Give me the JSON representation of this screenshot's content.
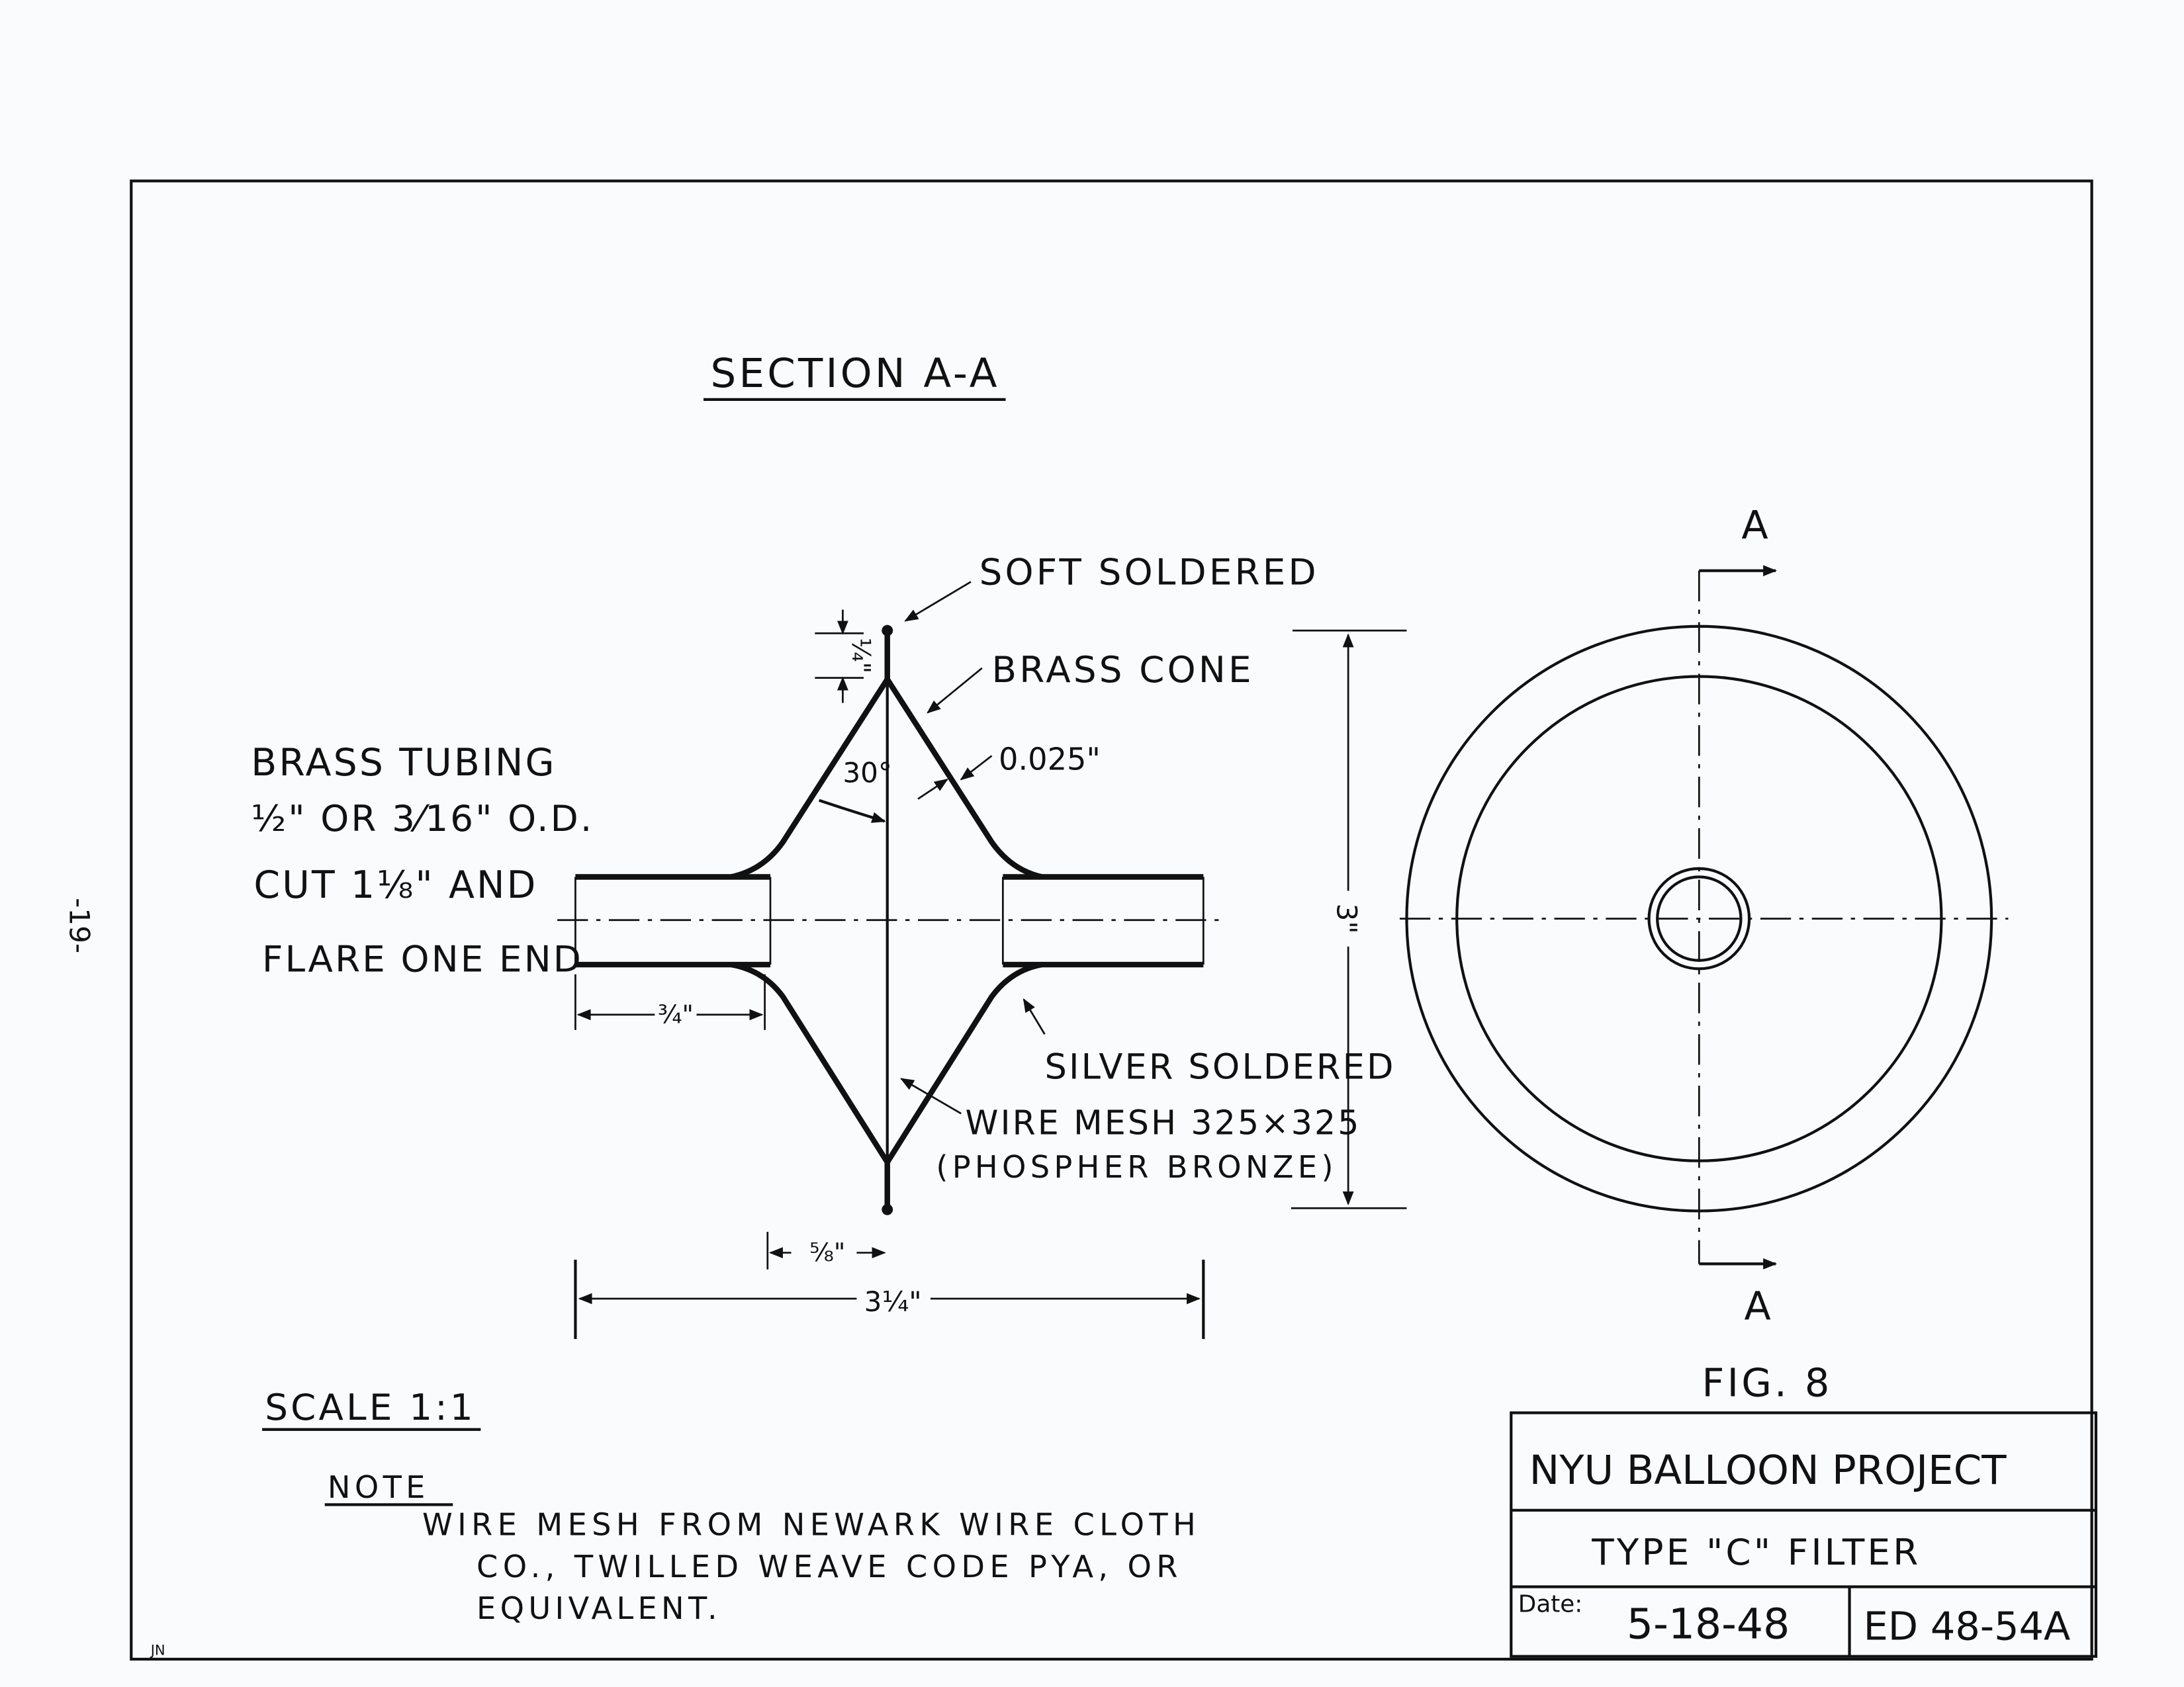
{
  "page_number": "-19-",
  "initials": "JN",
  "section_title": "SECTION A-A",
  "figure_label": "FIG. 8",
  "scale": "SCALE 1:1",
  "callouts": {
    "soft_soldered": "SOFT SOLDERED",
    "brass_cone": "BRASS CONE",
    "thickness": "0.025\"",
    "angle": "30°",
    "silver_soldered": "SILVER SOLDERED",
    "wire_mesh": "WIRE MESH 325×325",
    "wire_mesh_material": "(PHOSPHER BRONZE)"
  },
  "tubing_note": {
    "line1": "BRASS TUBING",
    "line2": "½\" OR 3⁄16\" O.D.",
    "line3": "CUT 1⅛\" AND",
    "line4": "FLARE ONE END"
  },
  "dimensions": {
    "tab": "¼\"",
    "tube_length": "¾\"",
    "offset": "⅝\"",
    "overall_length": "3¼\"",
    "diameter": "3\""
  },
  "section_marks": {
    "top": "A",
    "bottom": "A"
  },
  "note": {
    "heading": "NOTE",
    "line1": "WIRE MESH FROM NEWARK WIRE CLOTH",
    "line2": "CO., TWILLED WEAVE CODE PYA, OR",
    "line3": "EQUIVALENT."
  },
  "title_block": {
    "project": "NYU BALLOON PROJECT",
    "title": "TYPE \"C\" FILTER",
    "date_label": "Date:",
    "date": "5-18-48",
    "drawing_number": "ED 48-54A"
  }
}
